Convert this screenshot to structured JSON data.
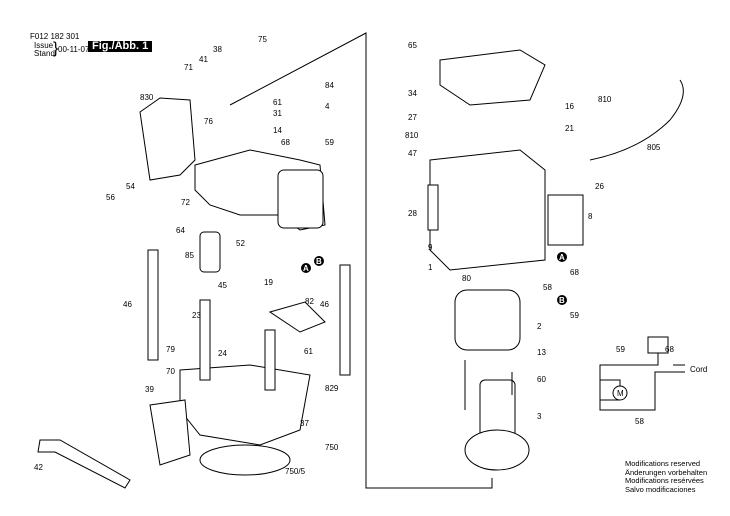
{
  "header": {
    "code": "F012 182 301",
    "issue_label": "Issue",
    "stand_label": "Stand",
    "date": "00-11-07",
    "figure": "Fig./Abb. 1"
  },
  "part_labels": [
    "75",
    "38",
    "71",
    "41",
    "830",
    "84",
    "61",
    "31",
    "4",
    "76",
    "14",
    "59",
    "68",
    "54",
    "72",
    "56",
    "64",
    "52",
    "85",
    "A",
    "B",
    "45",
    "19",
    "82",
    "46",
    "46",
    "23",
    "79",
    "24",
    "61",
    "70",
    "829",
    "39",
    "37",
    "750",
    "42",
    "750/5",
    "65",
    "34",
    "810",
    "16",
    "21",
    "27",
    "810",
    "47",
    "805",
    "26",
    "28",
    "8",
    "9",
    "A",
    "68",
    "1",
    "80",
    "58",
    "B",
    "59",
    "2",
    "13",
    "60",
    "3"
  ],
  "wiring_diagram": {
    "labels": [
      "59",
      "68",
      "Cord",
      "58"
    ],
    "motor_symbol": "M"
  },
  "notes": [
    "Modifications reserved",
    "Änderungen vorbehalten",
    "Modifications resérvées",
    "Salvo modificaciones"
  ]
}
